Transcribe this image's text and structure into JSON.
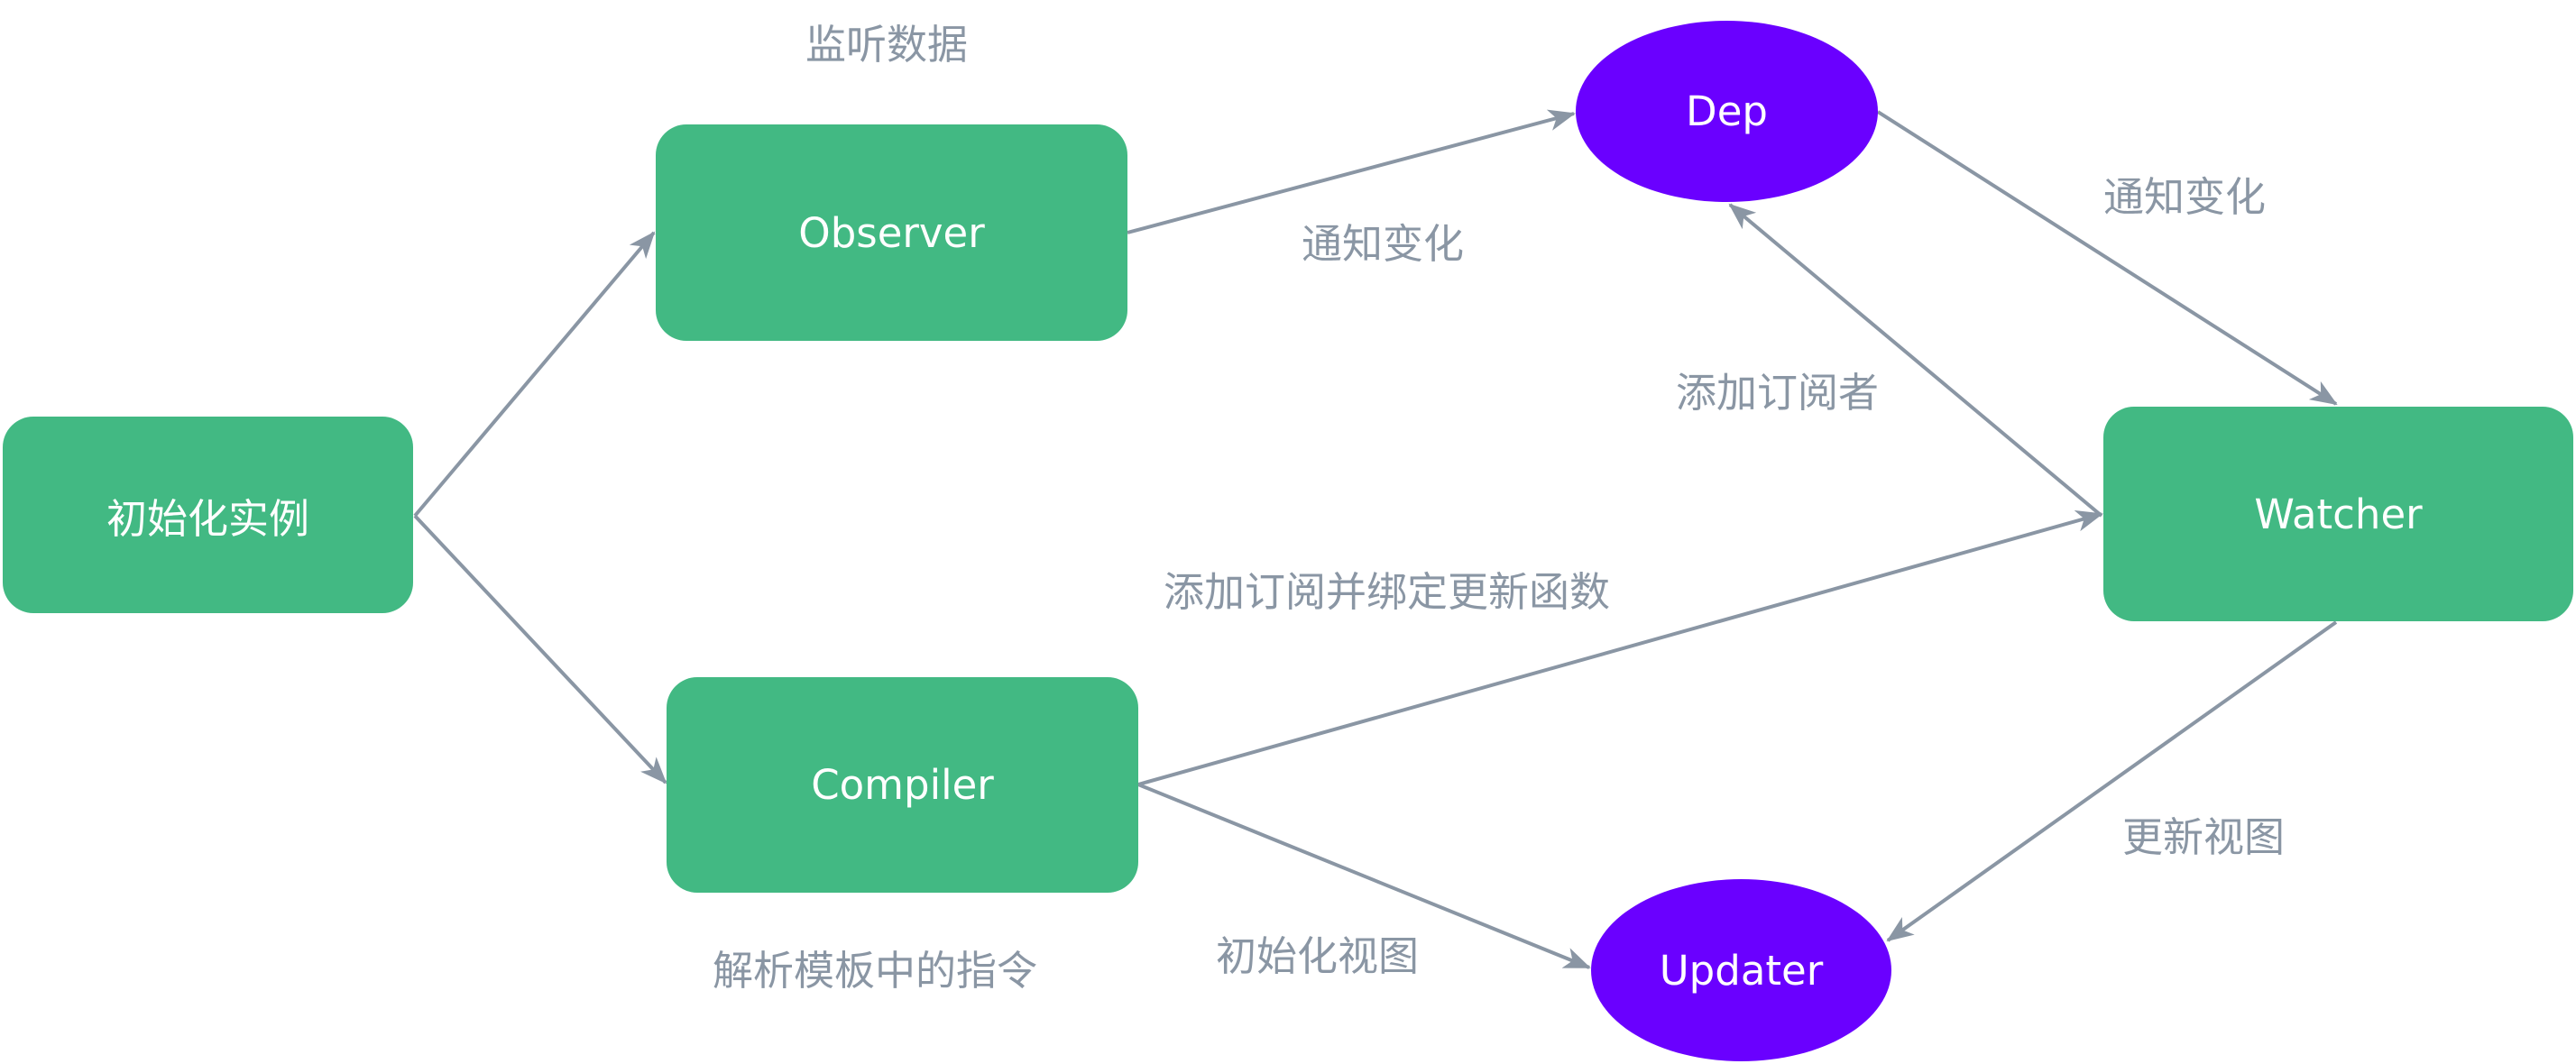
{
  "colors": {
    "node_fill": "#42b983",
    "circle_fill": "#6a00ff",
    "edge": "#8a96a4",
    "label_text": "#8a96a4",
    "node_text": "#ffffff"
  },
  "nodes": {
    "init": "初始化实例",
    "observer": "Observer",
    "compiler": "Compiler",
    "dep": "Dep",
    "watcher": "Watcher",
    "updater": "Updater"
  },
  "labels": {
    "listen_data": "监听数据",
    "notify_change_observer_dep": "通知变化",
    "notify_change_dep_watcher": "通知变化",
    "add_subscriber": "添加订阅者",
    "add_subscription_bind": "添加订阅并绑定更新函数",
    "parse_template": "解析模板中的指令",
    "init_view": "初始化视图",
    "update_view": "更新视图"
  },
  "edges": [
    {
      "from": "init",
      "to": "observer"
    },
    {
      "from": "init",
      "to": "compiler"
    },
    {
      "from": "observer",
      "to": "dep"
    },
    {
      "from": "dep",
      "to": "watcher"
    },
    {
      "from": "watcher",
      "to": "dep"
    },
    {
      "from": "compiler",
      "to": "watcher"
    },
    {
      "from": "compiler",
      "to": "updater"
    },
    {
      "from": "watcher",
      "to": "updater"
    }
  ]
}
